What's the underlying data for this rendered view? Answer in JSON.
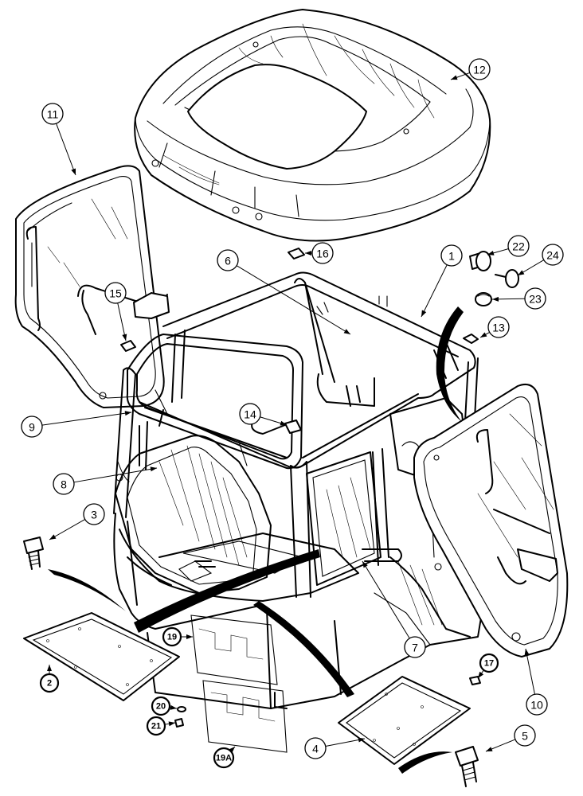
{
  "callouts": [
    {
      "id": "1",
      "label": "1",
      "bold": false
    },
    {
      "id": "2",
      "label": "2",
      "bold": true
    },
    {
      "id": "3",
      "label": "3",
      "bold": false
    },
    {
      "id": "4",
      "label": "4",
      "bold": false
    },
    {
      "id": "5",
      "label": "5",
      "bold": false
    },
    {
      "id": "6",
      "label": "6",
      "bold": false
    },
    {
      "id": "7",
      "label": "7",
      "bold": false
    },
    {
      "id": "8",
      "label": "8",
      "bold": false
    },
    {
      "id": "9",
      "label": "9",
      "bold": false
    },
    {
      "id": "10",
      "label": "10",
      "bold": false
    },
    {
      "id": "11",
      "label": "11",
      "bold": false
    },
    {
      "id": "12",
      "label": "12",
      "bold": false
    },
    {
      "id": "13",
      "label": "13",
      "bold": false
    },
    {
      "id": "14",
      "label": "14",
      "bold": false
    },
    {
      "id": "15",
      "label": "15",
      "bold": false
    },
    {
      "id": "16",
      "label": "16",
      "bold": false
    },
    {
      "id": "17",
      "label": "17",
      "bold": true
    },
    {
      "id": "19",
      "label": "19",
      "bold": true
    },
    {
      "id": "19A",
      "label": "19A",
      "bold": true
    },
    {
      "id": "20",
      "label": "20",
      "bold": true
    },
    {
      "id": "21",
      "label": "21",
      "bold": true
    },
    {
      "id": "22",
      "label": "22",
      "bold": false
    },
    {
      "id": "23",
      "label": "23",
      "bold": false
    },
    {
      "id": "24",
      "label": "24",
      "bold": false
    }
  ]
}
